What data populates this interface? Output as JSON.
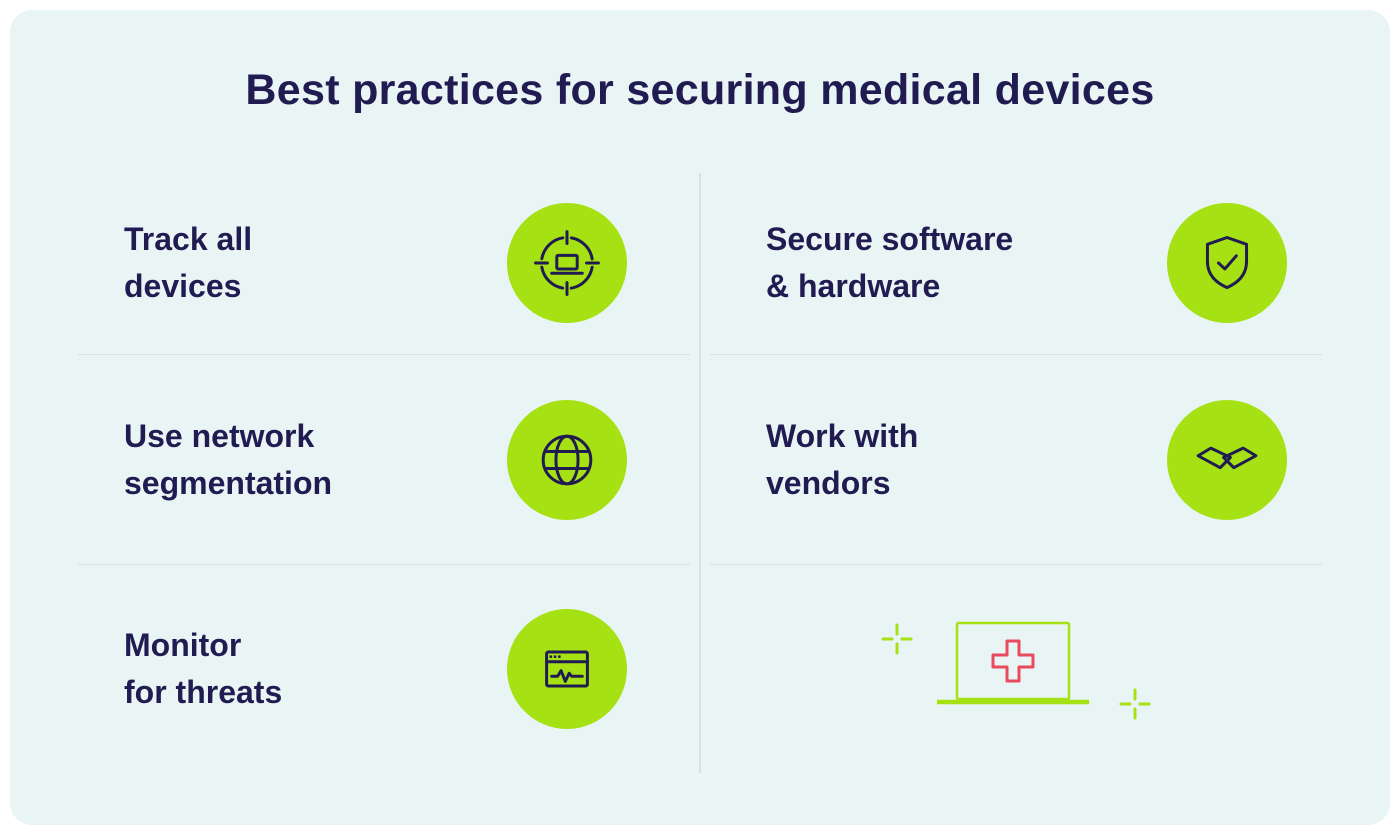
{
  "title": "Best practices for securing medical devices",
  "items": [
    {
      "line1": "Track all",
      "line2": "devices",
      "icon": "target-device"
    },
    {
      "line1": "Secure software",
      "line2": "& hardware",
      "icon": "shield-check"
    },
    {
      "line1": "Use network",
      "line2": "segmentation",
      "icon": "globe"
    },
    {
      "line1": "Work with",
      "line2": "vendors",
      "icon": "handshake"
    },
    {
      "line1": "Monitor",
      "line2": "for threats",
      "icon": "monitor-pulse"
    }
  ],
  "illustration": "medical-laptop-with-cross",
  "colors": {
    "background": "#e9f4f5",
    "text_navy": "#201c51",
    "accent_lime": "#a6e114",
    "cross_red": "#e84a5e",
    "divider": "#d8e0e1"
  }
}
